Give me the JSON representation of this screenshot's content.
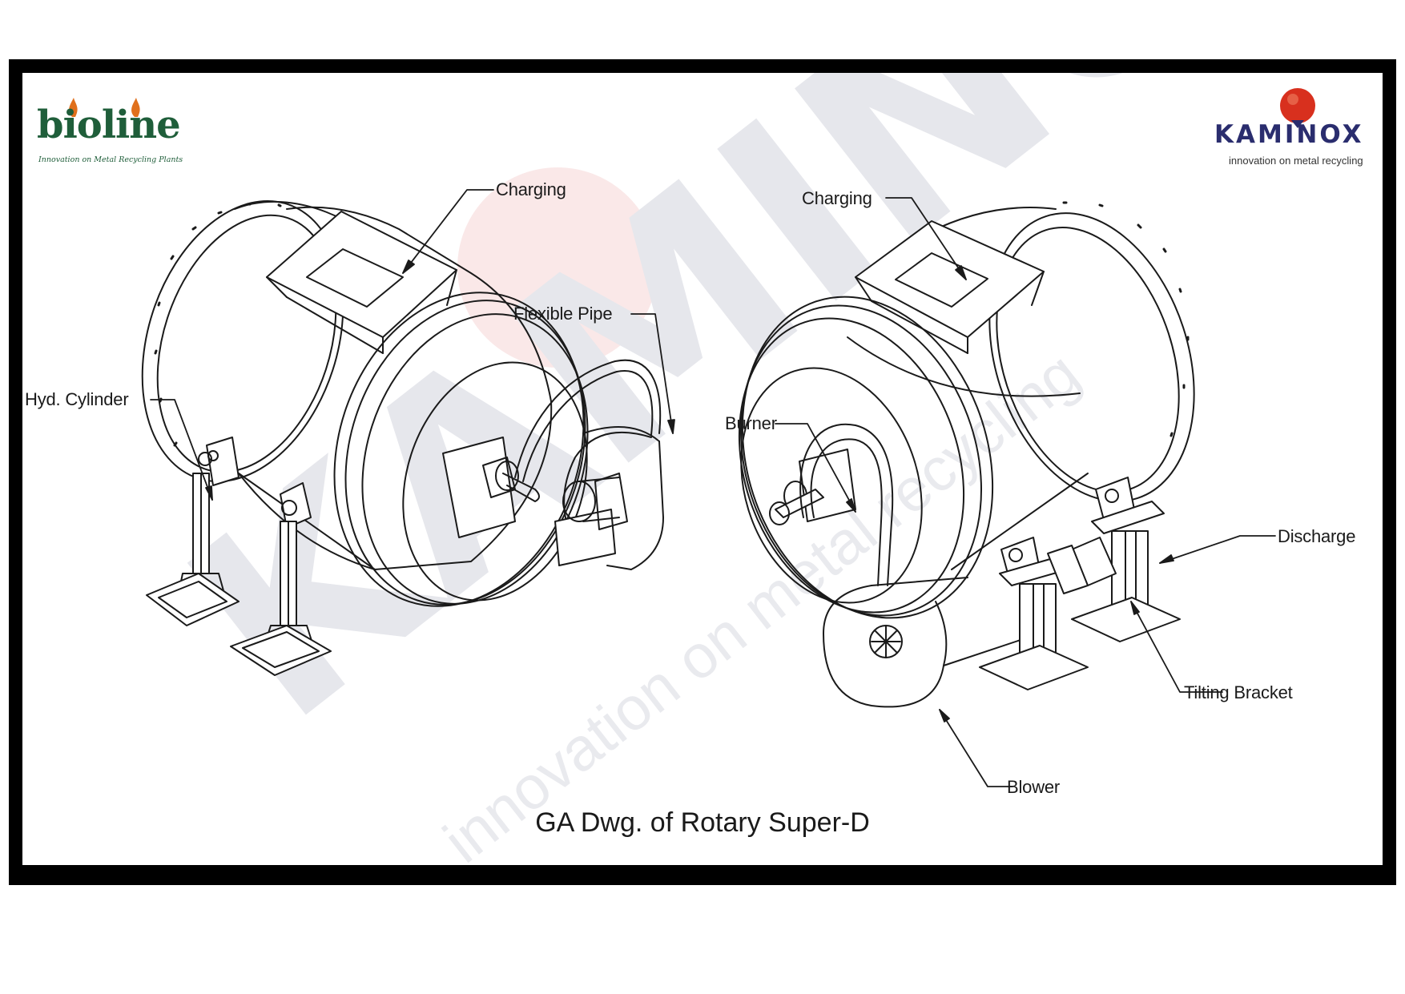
{
  "caption": "GA Dwg. of Rotary Super-D",
  "labels": {
    "charging_left": "Charging",
    "charging_right": "Charging",
    "flexible_pipe": "Flexible Pipe",
    "hyd_cylinder": "Hyd. Cylinder",
    "burner": "Burner",
    "discharge": "Discharge",
    "tilting_bracket": "Tilting Bracket",
    "blower": "Blower"
  },
  "logos": {
    "bioline": {
      "name": "bioline",
      "tagline": "Innovation on Metal Recycling Plants"
    },
    "kaminox": {
      "name": "KAMINOX",
      "tagline": "innovation on metal recycling"
    }
  },
  "watermark": {
    "name": "KAMINOX",
    "tagline": "innovation on metal recycling"
  },
  "colors": {
    "frame": "#000000",
    "line": "#1a1a1a",
    "bioline_green": "#1f5e3a",
    "bioline_flame": "#e0701c",
    "kaminox_navy": "#2a2d6e",
    "kaminox_red": "#d8301e",
    "watermark_grey": "#e6e7ec",
    "watermark_pink": "#f7dcdc"
  }
}
